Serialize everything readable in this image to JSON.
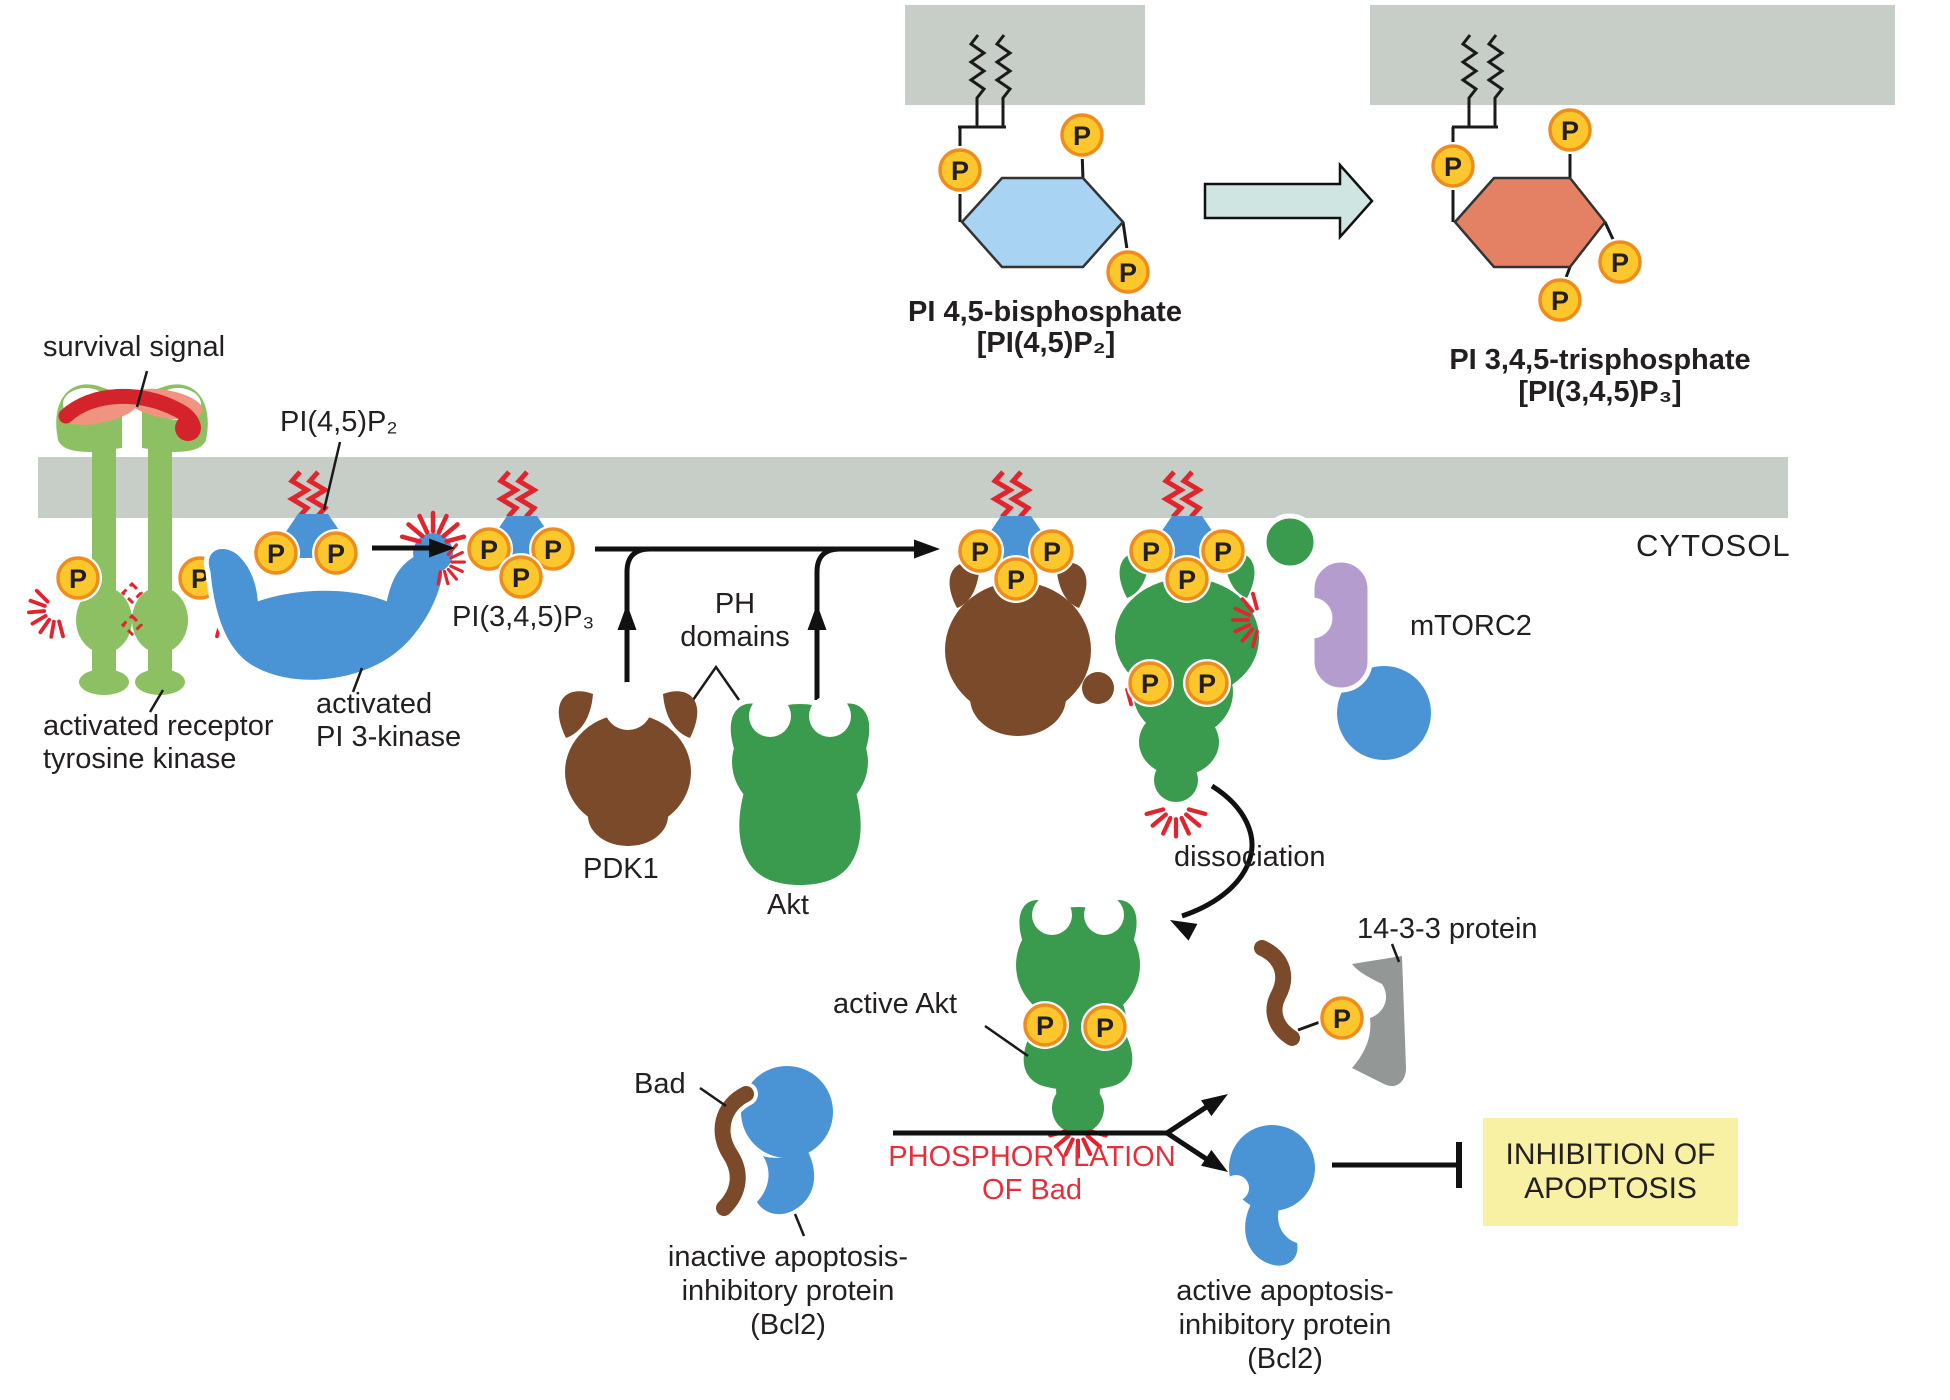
{
  "title_panels": {
    "pip2": {
      "name": "PI 4,5-bisphosphate",
      "formula": "[PI(4,5)P₂]"
    },
    "pip3": {
      "name": "PI 3,4,5-trisphosphate",
      "formula": "[PI(3,4,5)P₃]"
    }
  },
  "labels": {
    "survival_signal": "survival signal",
    "pip2": "PI(4,5)P₂",
    "pip3": "PI(3,4,5)P₃",
    "cytosol": "CYTOSOL",
    "activated_receptor": "activated receptor\ntyrosine kinase",
    "activated_pi3_kinase": "activated\nPI 3-kinase",
    "ph_domains": "PH\ndomains",
    "pdk1": "PDK1",
    "akt": "Akt",
    "mtorc2": "mTORC2",
    "dissociation": "dissociation",
    "active_akt": "active Akt",
    "protein_14_3_3": "14-3-3 protein",
    "bad": "Bad",
    "inactive_bcl2": "inactive apoptosis-\ninhibitory protein\n(Bcl2)",
    "phosphorylation_of_bad": "PHOSPHORYLATION\nOF Bad",
    "active_bcl2": "active apoptosis-\ninhibitory protein\n(Bcl2)",
    "inhibition_of_apoptosis": "INHIBITION OF\nAPOPTOSIS"
  },
  "glyphs": {
    "phosphate": "P"
  },
  "colors": {
    "membrane_gray": "#c7cdc7",
    "receptor_green": "#8dc063",
    "ligand_red": "#d5232c",
    "ligand_salmon": "#ef9480",
    "phosphate_yellow": "#fbc72c",
    "phosphate_border": "#ee8d1e",
    "activation_red": "#e1252f",
    "kinase_blue": "#4a94d6",
    "pip2_hexagon_blue": "#a9d3f2",
    "pip3_hexagon_orange": "#e48164",
    "pdk1_brown": "#7b4a2b",
    "akt_green": "#3a9b4e",
    "mtorc2_purple": "#b49ccf",
    "gray_14_3_3": "#939897",
    "inhibition_box_yellow": "#f8f0a3",
    "red_text": "#e5303c",
    "conversion_arrow_fill": "#cfe5e2"
  }
}
